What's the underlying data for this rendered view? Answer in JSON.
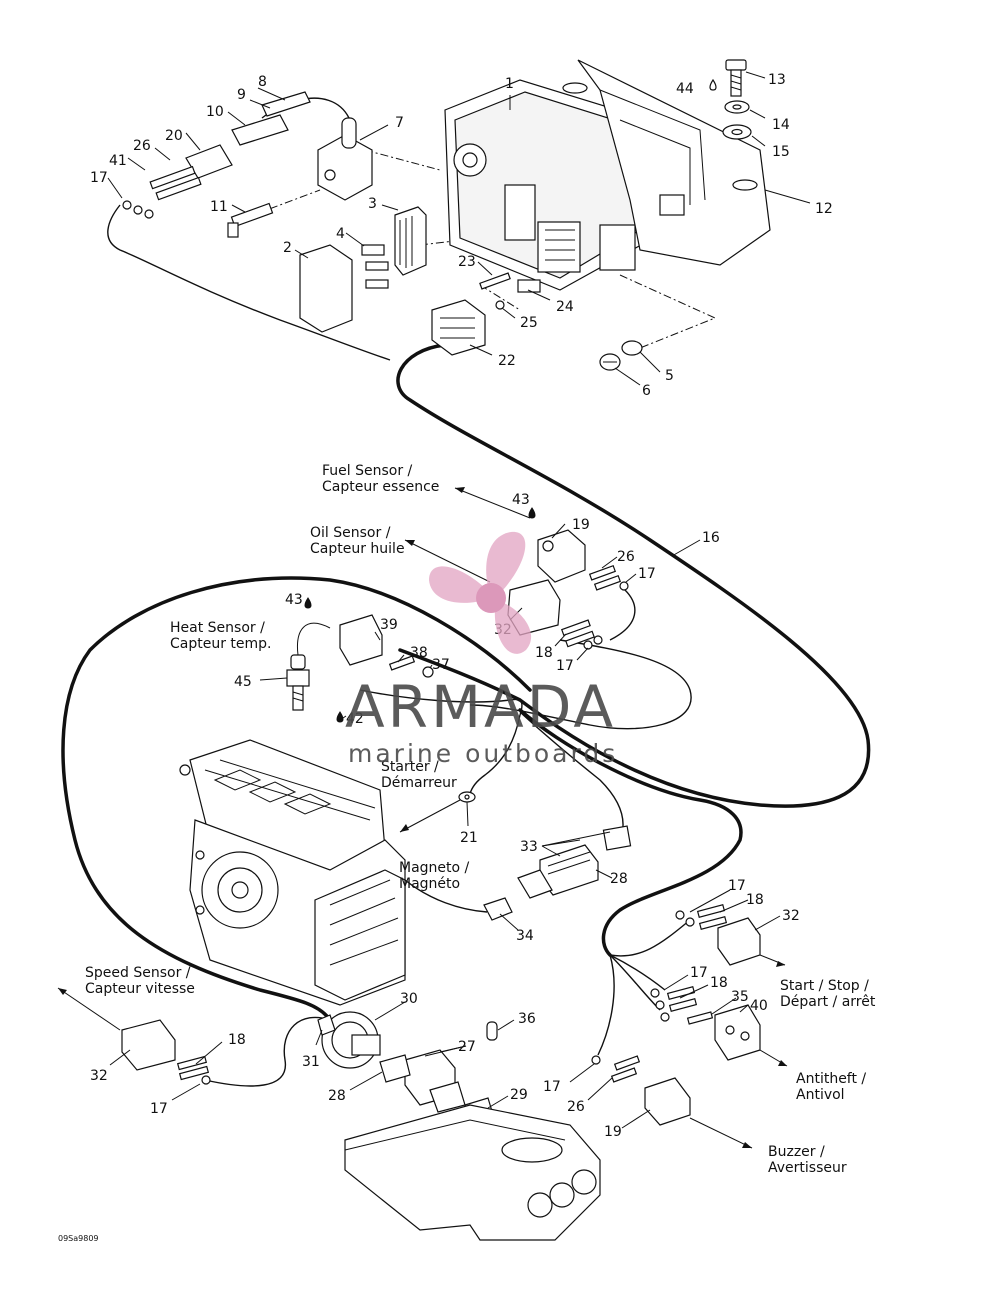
{
  "diagram_code": "09Sa9809",
  "callouts": {
    "c1": "1",
    "c2": "2",
    "c3": "3",
    "c4": "4",
    "c5": "5",
    "c6": "6",
    "c7": "7",
    "c8": "8",
    "c9": "9",
    "c10": "10",
    "c11": "11",
    "c12": "12",
    "c13": "13",
    "c14": "14",
    "c15": "15",
    "c16": "16",
    "c17a": "17",
    "c17b": "17",
    "c17c": "17",
    "c17d": "17",
    "c17e": "17",
    "c17f": "17",
    "c17g": "17",
    "c18a": "18",
    "c18b": "18",
    "c18c": "18",
    "c18d": "18",
    "c19a": "19",
    "c19b": "19",
    "c20": "20",
    "c21": "21",
    "c22": "22",
    "c23": "23",
    "c24": "24",
    "c25": "25",
    "c26a": "26",
    "c26b": "26",
    "c26c": "26",
    "c27": "27",
    "c28a": "28",
    "c28b": "28",
    "c29": "29",
    "c30": "30",
    "c31": "31",
    "c32a": "32",
    "c32b": "32",
    "c32c": "32",
    "c33": "33",
    "c34": "34",
    "c35": "35",
    "c36": "36",
    "c37": "37",
    "c38": "38",
    "c39": "39",
    "c40": "40",
    "c41": "41",
    "c42": "42",
    "c43a": "43",
    "c43b": "43",
    "c44": "44",
    "c45": "45"
  },
  "labels": {
    "fuel_sensor_1": "Fuel Sensor /",
    "fuel_sensor_2": "Capteur essence",
    "oil_sensor_1": "Oil Sensor /",
    "oil_sensor_2": "Capteur huile",
    "heat_sensor_1": "Heat Sensor /",
    "heat_sensor_2": "Capteur temp.",
    "starter_1": "Starter /",
    "starter_2": "Démarreur",
    "magneto_1": "Magneto /",
    "magneto_2": "Magnéto",
    "speed_sensor_1": "Speed Sensor /",
    "speed_sensor_2": "Capteur vitesse",
    "start_stop_1": "Start / Stop  /",
    "start_stop_2": "Départ / arrêt",
    "antitheft_1": "Antitheft  /",
    "antitheft_2": "Antivol",
    "buzzer_1": "Buzzer /",
    "buzzer_2": "Avertisseur"
  },
  "watermark": {
    "brand": "ARMADA",
    "tagline": "marine outboards",
    "color": "#e3a6c3"
  }
}
